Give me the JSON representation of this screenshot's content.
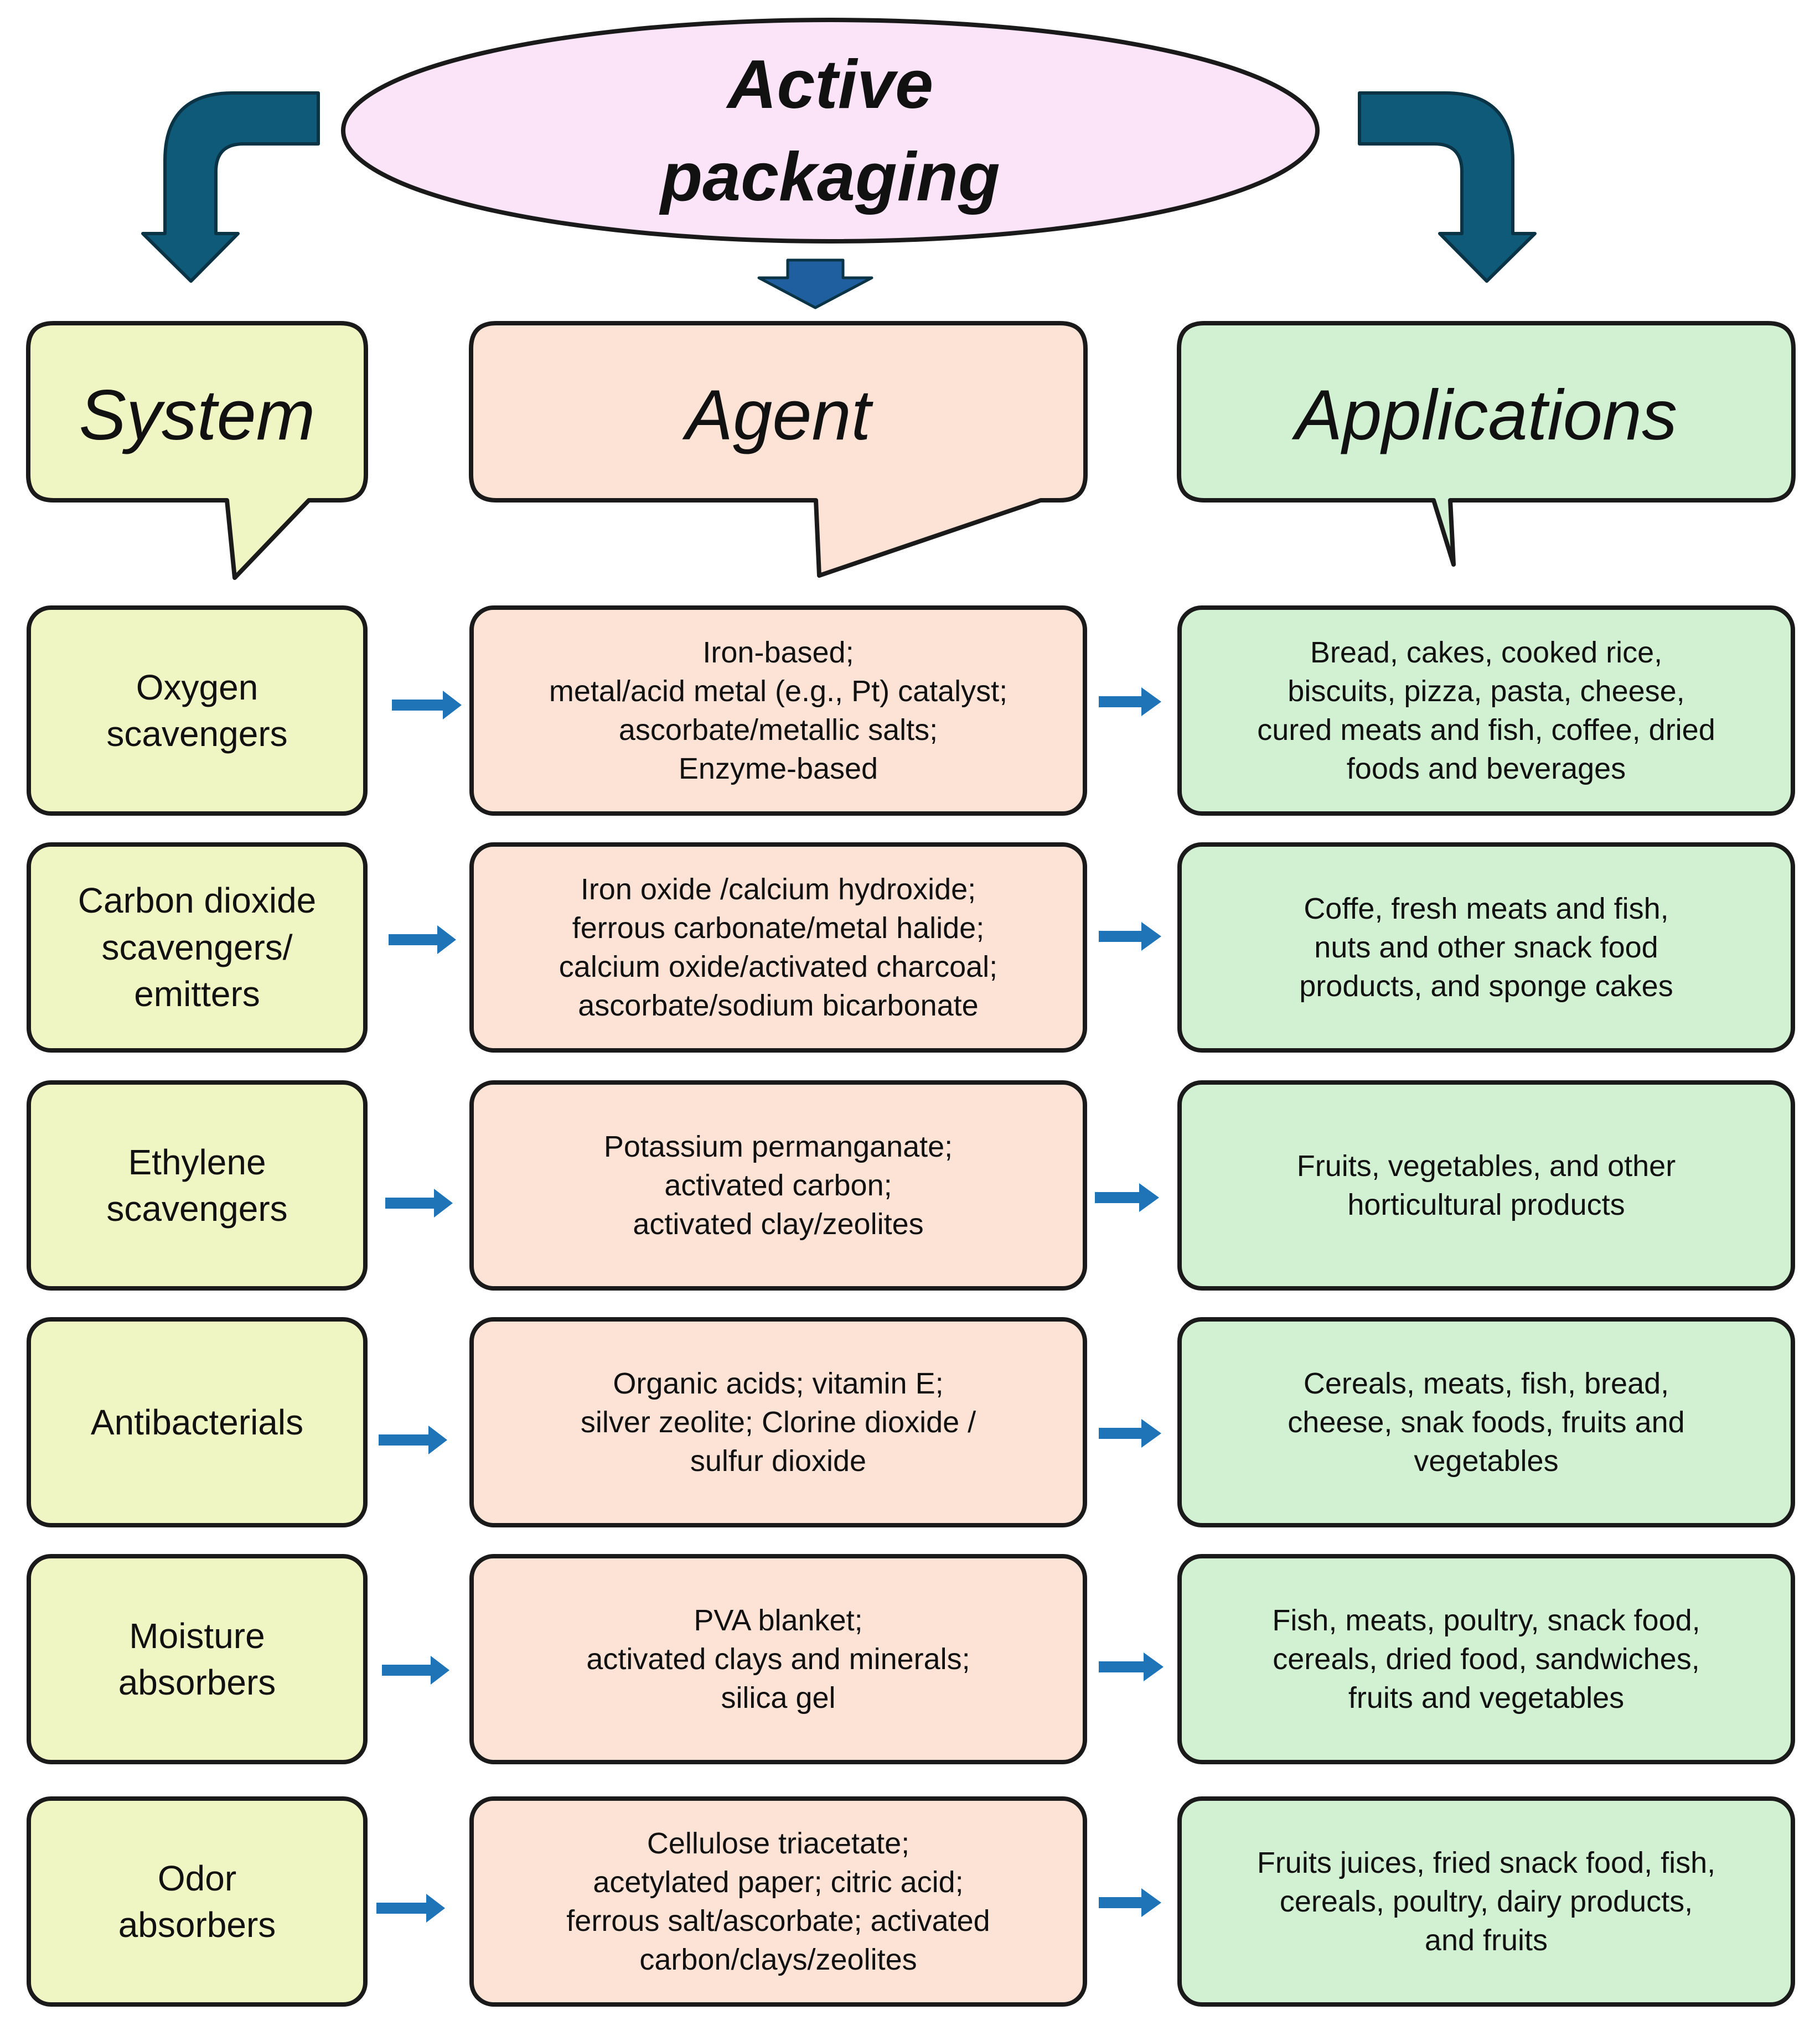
{
  "title": "Active\npackaging",
  "headers": {
    "system": "System",
    "agent": "Agent",
    "applications": "Applications"
  },
  "rows": [
    {
      "system": "Oxygen\nscavengers",
      "agent": "Iron-based;\nmetal/acid metal (e.g., Pt) catalyst;\nascorbate/metallic salts;\nEnzyme-based",
      "applications": "Bread, cakes, cooked rice,\nbiscuits, pizza, pasta, cheese,\ncured meats and fish, coffee, dried\nfoods and beverages"
    },
    {
      "system": "Carbon dioxide\nscavengers/\nemitters",
      "agent": "Iron oxide /calcium hydroxide;\nferrous carbonate/metal halide;\ncalcium oxide/activated charcoal;\nascorbate/sodium bicarbonate",
      "applications": "Coffe, fresh meats and fish,\nnuts and other snack food\nproducts, and sponge cakes"
    },
    {
      "system": "Ethylene\nscavengers",
      "agent": "Potassium permanganate;\nactivated carbon;\nactivated clay/zeolites",
      "applications": "Fruits, vegetables, and other\nhorticultural products"
    },
    {
      "system": "Antibacterials",
      "agent": "Organic acids; vitamin E;\nsilver zeolite; Clorine dioxide /\nsulfur dioxide",
      "applications": "Cereals, meats, fish, bread,\ncheese, snak foods, fruits and\nvegetables"
    },
    {
      "system": "Moisture\nabsorbers",
      "agent": "PVA blanket;\nactivated clays and minerals;\nsilica gel",
      "applications": "Fish, meats, poultry, snack food,\ncereals, dried food, sandwiches,\nfruits and vegetables"
    },
    {
      "system": "Odor\nabsorbers",
      "agent": "Cellulose triacetate;\nacetylated paper; citric acid;\nferrous salt/ascorbate; activated\ncarbon/clays/zeolites",
      "applications": "Fruits juices, fried snack food, fish,\ncereals, poultry, dairy  products,\nand fruits"
    }
  ],
  "colors": {
    "title_fill": "#fce4f8",
    "system_fill": "#f0f5c4",
    "agent_fill": "#fde2d6",
    "applications_fill": "#d2f0d2",
    "big_arrow": "#0e5a78",
    "small_arrow": "#1f73b7",
    "outline": "#1a1a1a"
  }
}
